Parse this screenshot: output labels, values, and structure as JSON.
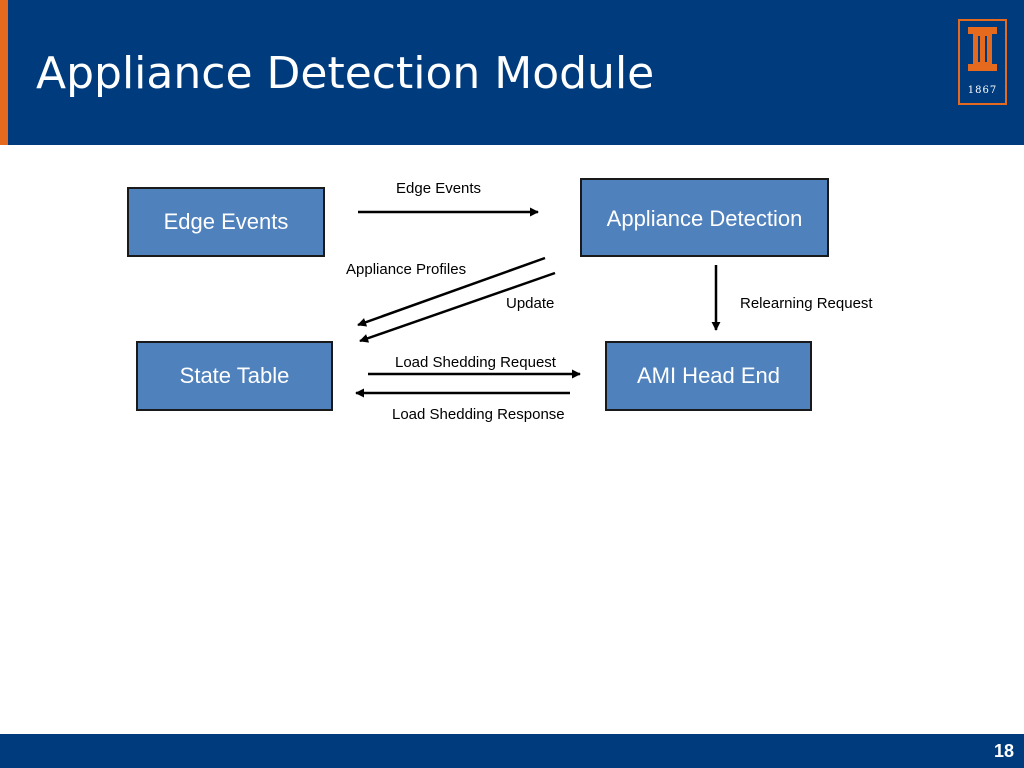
{
  "slide": {
    "title": "Appliance Detection Module",
    "page_number": "18"
  },
  "logo": {
    "icon": "university-column-icon",
    "year": "1867"
  },
  "colors": {
    "header": "#003c7d",
    "accent": "#e66a1e",
    "box_fill": "#4f81bd",
    "box_border": "#1a1a1a"
  },
  "diagram": {
    "nodes": {
      "edge_events": "Edge Events",
      "appliance_detection": "Appliance Detection",
      "state_table": "State Table",
      "ami_head_end": "AMI Head End"
    },
    "edge_labels": {
      "edge_events": "Edge Events",
      "appliance_profiles": "Appliance Profiles",
      "update": "Update",
      "relearning_request": "Relearning Request",
      "load_shedding_request": "Load Shedding Request",
      "load_shedding_response": "Load Shedding Response"
    }
  }
}
